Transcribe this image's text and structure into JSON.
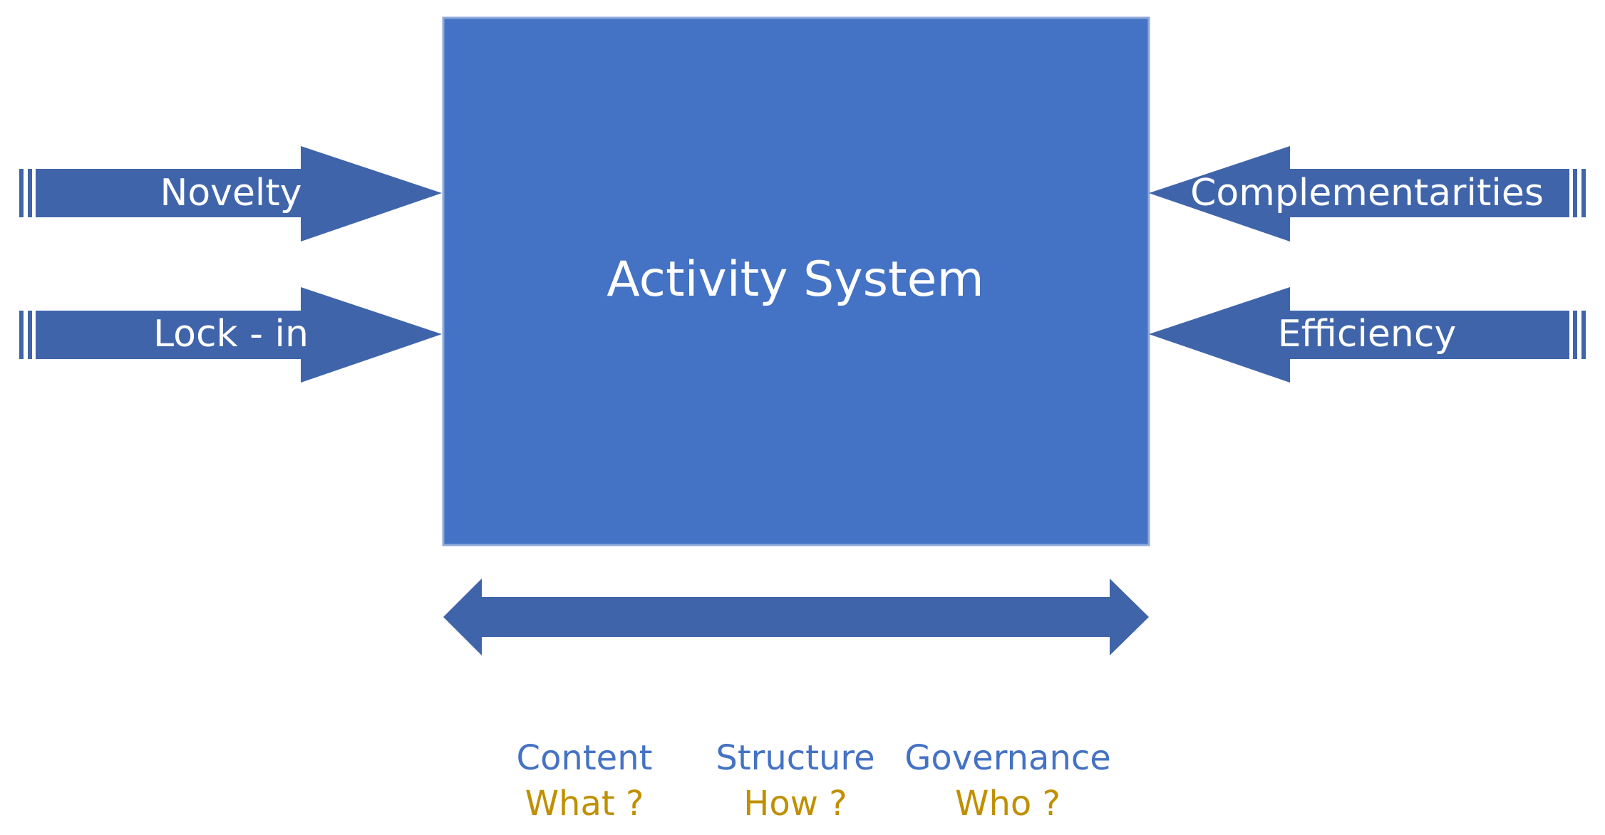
{
  "diagram": {
    "title": "Activity System",
    "colors": {
      "box_fill": "#4472C4",
      "box_border": "#8EA9DB",
      "arrow_fill": "#3F64AA",
      "label_text": "#FFFFFF",
      "dimension_name": "#4472C4",
      "dimension_question": "#BF9000"
    },
    "left_drivers": [
      {
        "label": "Novelty"
      },
      {
        "label": "Lock - in"
      }
    ],
    "right_drivers": [
      {
        "label": "Complementarities"
      },
      {
        "label": "Efficiency"
      }
    ],
    "dimensions": [
      {
        "name": "Content",
        "question": "What ?"
      },
      {
        "name": "Structure",
        "question": "How ?"
      },
      {
        "name": "Governance",
        "question": "Who ?"
      }
    ]
  }
}
